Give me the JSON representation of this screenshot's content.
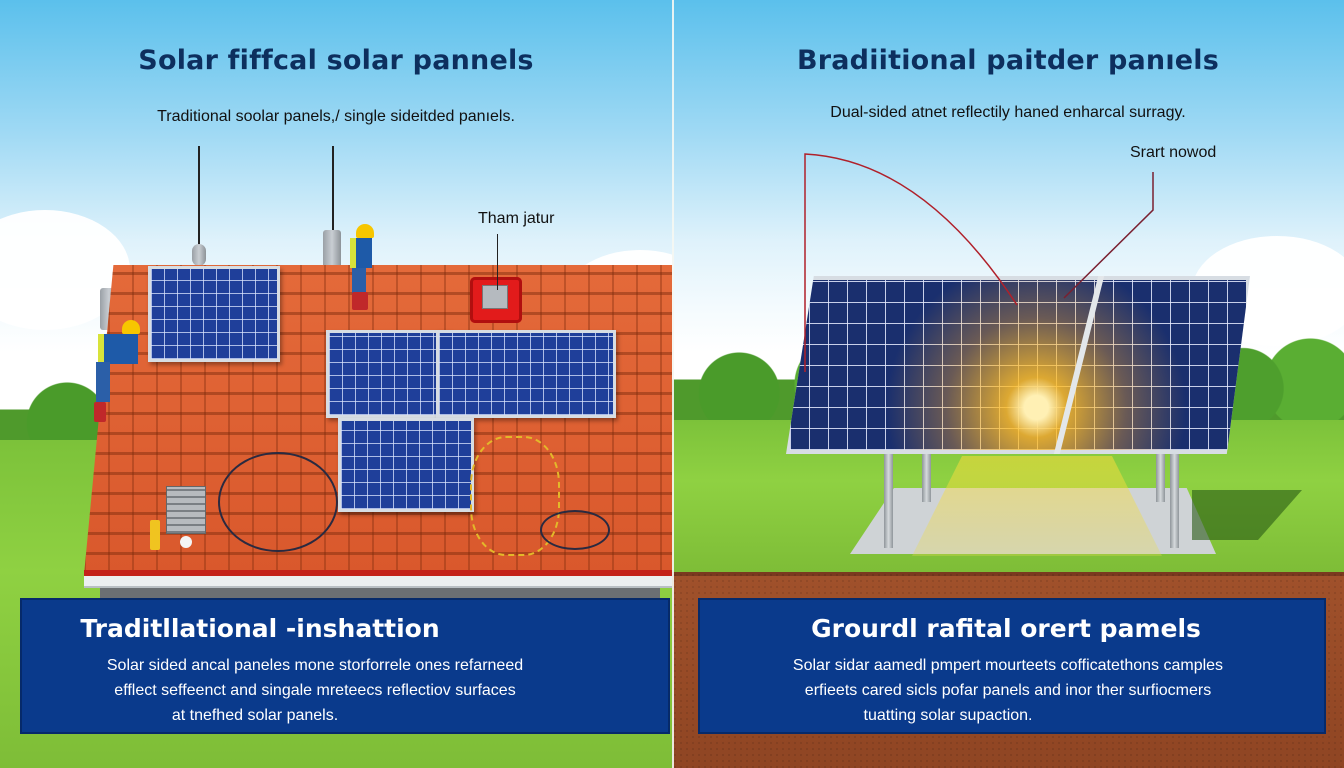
{
  "left_panel": {
    "title": "Solar fiffcal  solar pannels",
    "subtitle": "Traditional soolar panels,/ single sideitded panıels.",
    "callout_label": "Tham jatur",
    "info_box": {
      "title": "Traditllational -inshattion",
      "body_lines": [
        "Solar sided ancal paneles mone storforrele ones refarneed",
        "efflect seffeenct and singale mreteecs reflectiov surfaces",
        "at tnefhed solar panels."
      ]
    },
    "scene": {
      "setting": "rooftop-installation",
      "elements": [
        "tiled-roof",
        "solar-panel",
        "solar-panel",
        "solar-panel",
        "solar-panel",
        "solar-panel",
        "worker",
        "worker",
        "lightning-rod",
        "lightning-rod",
        "chimney",
        "junction-box",
        "inverter-box",
        "cables"
      ]
    }
  },
  "right_panel": {
    "title": "Bradiitional paitder panıels",
    "subtitle": "Dual-sided atnet reflectily haned enharcal surragy.",
    "callout_label": "Srart nowod",
    "info_box": {
      "title": "Grourdl rafital orert pamels",
      "body_lines": [
        "Solar sidar aamedl pmpert mourteets cofficatethons camples",
        "erfieets cared sicls pofar panels and inor ther surfiocmers",
        "tuatting solar supaction."
      ]
    },
    "scene": {
      "setting": "ground-mounted-bifacial-array",
      "elements": [
        "bifacial-panel",
        "support-posts",
        "concrete-slab",
        "reflected-light-beam",
        "sun-glare"
      ]
    }
  },
  "colors": {
    "title_text": "#0d2f5e",
    "info_box_bg": "#0a3a8c",
    "roof_tile": "#e0622f",
    "panel_blue": "#1f3f9a",
    "grass": "#86c93e",
    "soil": "#9a4c28",
    "callout_line": "#b0202a"
  }
}
